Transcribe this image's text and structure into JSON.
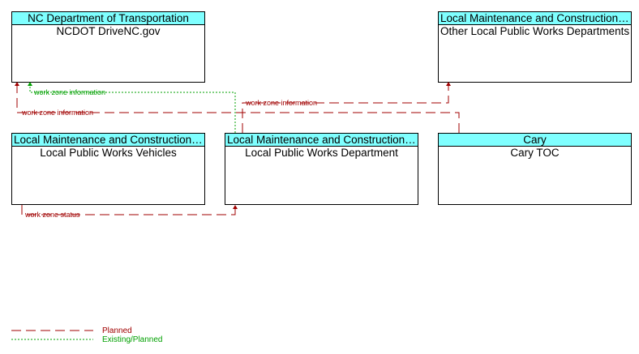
{
  "nodes": {
    "ncdot": {
      "header": "NC Department of Transportation",
      "body": "NCDOT DriveNC.gov"
    },
    "other": {
      "header": "Local Maintenance and Construction ...",
      "body": "Other Local Public Works Departments"
    },
    "vehicles": {
      "header": "Local Maintenance and Construction ...",
      "body": "Local Public Works Vehicles"
    },
    "dept": {
      "header": "Local Maintenance and Construction ...",
      "body": "Local Public Works Department"
    },
    "cary": {
      "header": "Cary",
      "body": "Cary TOC"
    }
  },
  "flows": {
    "existing_work_zone_information": "work zone information",
    "planned_work_zone_information_to_ncdot": "work zone information",
    "planned_work_zone_information_to_other": "work zone information",
    "work_zone_status": "work zone status"
  },
  "legend": {
    "planned": "Planned",
    "existing_planned": "Existing/Planned"
  },
  "colors": {
    "planned": "#a00000",
    "existing": "#00a000",
    "header_fill": "#7fffff"
  }
}
